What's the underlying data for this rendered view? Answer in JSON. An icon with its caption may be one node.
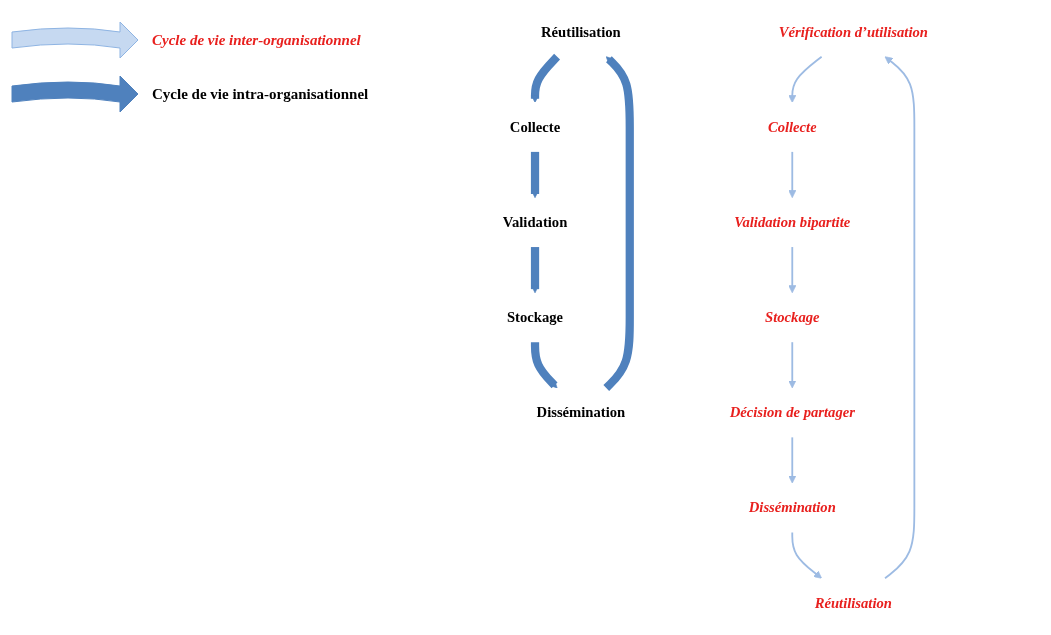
{
  "diagram": {
    "nodes": [
      {
        "text": [
          "Vérification d’utilisation"
        ]
      },
      {
        "text": [
          "Collecte"
        ]
      },
      {
        "text": [
          "Réutilisation"
        ]
      },
      {
        "text": [
          "Collecte"
        ]
      },
      {
        "text": [
          "Validation bipartite"
        ]
      },
      {
        "text": [
          "Réutilisation"
        ]
      },
      {
        "text": [
          "Dissémination"
        ]
      },
      {
        "text": [
          "Validation"
        ]
      },
      {
        "text": [
          "Dissémination"
        ]
      },
      {
        "text": [
          "Stockage"
        ]
      },
      {
        "text": [
          "Stockage"
        ]
      },
      {
        "text": [
          "Décision de partager"
        ]
      }
    ],
    "edges": [
      {
        "from": 0,
        "to": 1,
        "arrow": "to"
      },
      {
        "from": 1,
        "to": 4,
        "arrow": "to"
      },
      {
        "from": 4,
        "to": 10,
        "arrow": "to"
      },
      {
        "from": 10,
        "to": 11,
        "arrow": "to"
      },
      {
        "from": 11,
        "to": 8,
        "arrow": "to"
      },
      {
        "from": 8,
        "to": 5,
        "arrow": "to"
      },
      {
        "from": 5,
        "to": 0,
        "arrow": "to"
      },
      {
        "from": 2,
        "to": 3,
        "arrow": "to",
        "style": "thick",
        "color": "#4f81bd"
      },
      {
        "from": 3,
        "to": 7,
        "arrow": "to",
        "style": "thick",
        "color": "#4f81bd"
      },
      {
        "from": 7,
        "to": 9,
        "arrow": "to",
        "style": "thick",
        "color": "#4f81bd"
      },
      {
        "from": 9,
        "to": 6,
        "arrow": "to",
        "style": "thick",
        "color": "#4f81bd"
      },
      {
        "from": 6,
        "to": 2,
        "arrow": "to",
        "style": "thick",
        "color": "#4f81bd"
      }
    ],
    "legend": [
      {
        "text": "Cycle de vie inter-organisationnel"
      },
      {
        "text": "Cycle de vie intra-organisationnel"
      }
    ]
  }
}
